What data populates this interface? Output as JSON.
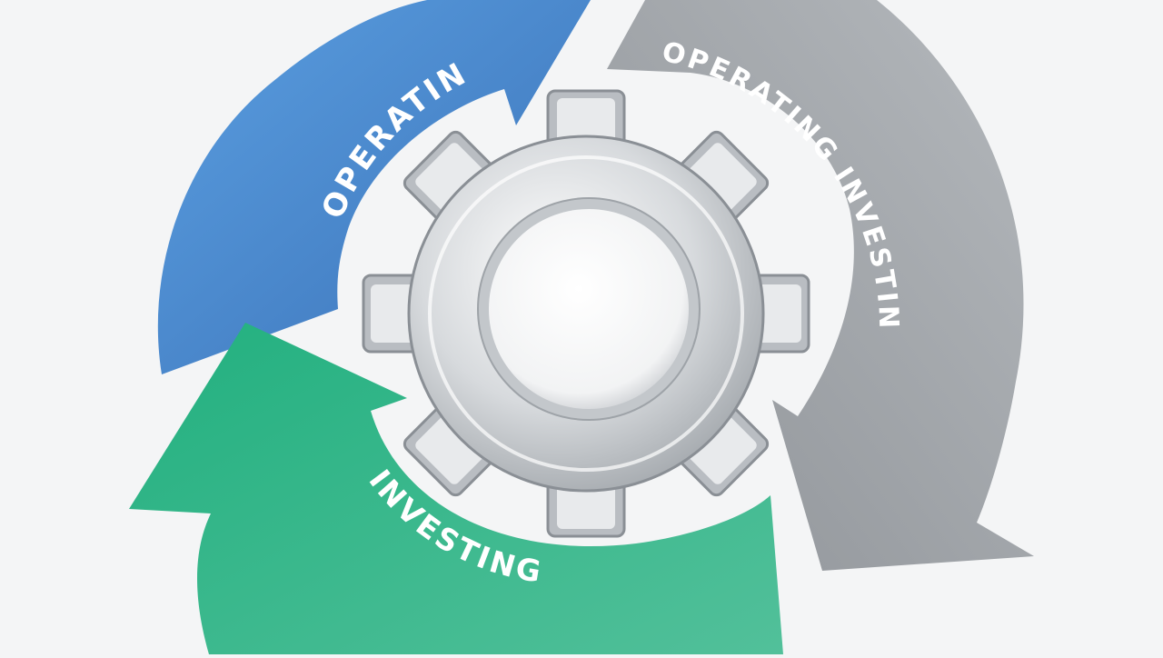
{
  "diagram": {
    "kind": "cycle",
    "segments": [
      {
        "id": "operating",
        "label": "OPERATING",
        "color": "#4f8fd1"
      },
      {
        "id": "operating-investing",
        "label": "OPERATING INVESTINGS",
        "color": "#a3a7ab"
      },
      {
        "id": "investing",
        "label": "INVESTING",
        "color": "#2fb184"
      }
    ],
    "center_icon": "gear-icon",
    "center_color": "#c9ccd0"
  }
}
